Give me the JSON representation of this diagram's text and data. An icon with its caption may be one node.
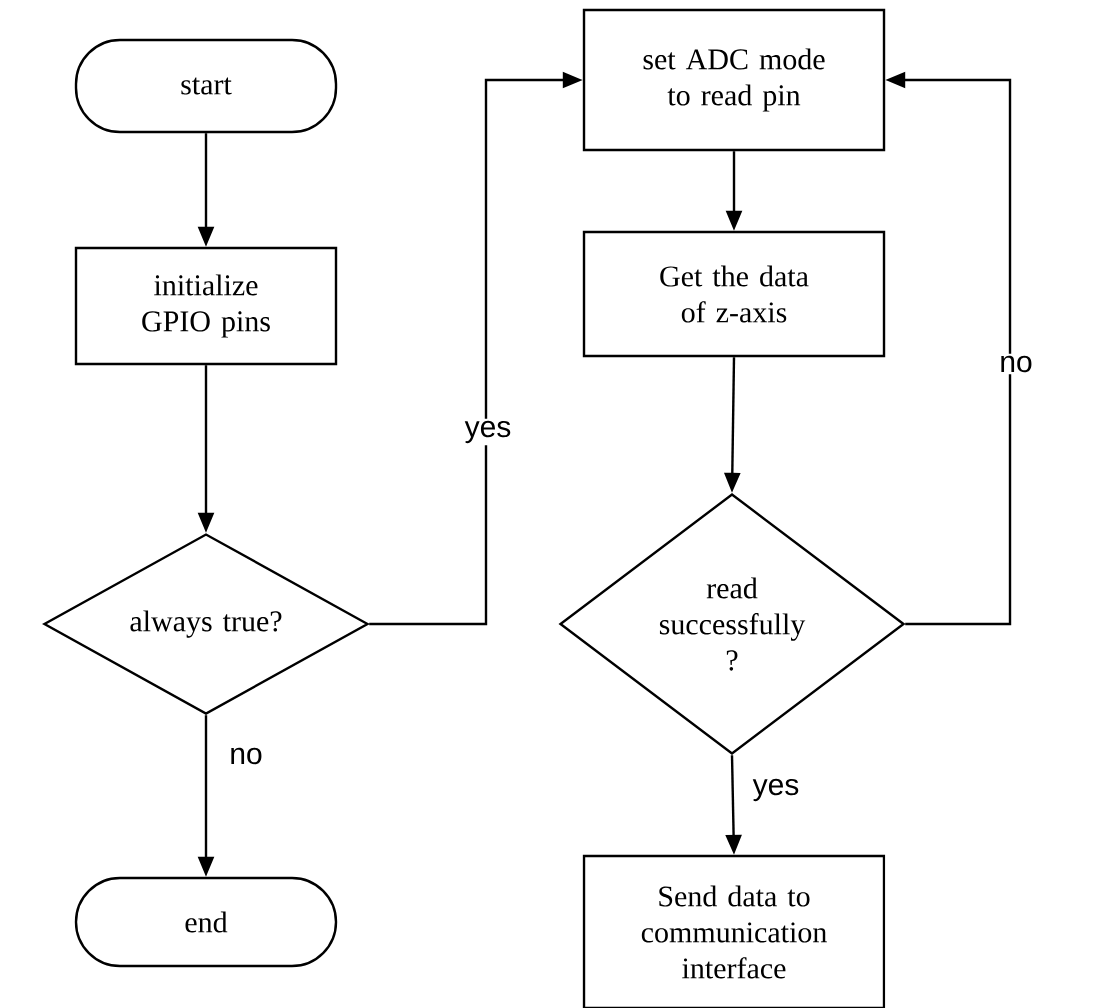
{
  "diagram": {
    "nodes": [
      {
        "text": [
          "start"
        ]
      },
      {
        "text": [
          "initialize GPIO pins"
        ]
      },
      {
        "text": [
          "always true?"
        ]
      },
      {
        "text": [
          "end"
        ]
      },
      {
        "text": [
          "set ADC mode to read pin"
        ]
      },
      {
        "text": [
          "Get the data of z-axis"
        ]
      },
      {
        "text": [
          "read successfully ?"
        ]
      },
      {
        "text": [
          "Send data to communication interface"
        ]
      }
    ],
    "edges": [
      {
        "from": 0,
        "to": 1,
        "arrow": "to"
      },
      {
        "from": 1,
        "to": 2,
        "arrow": "to"
      },
      {
        "from": 2,
        "to": 3,
        "arrow": "to",
        "label": "no"
      },
      {
        "from": 2,
        "to": 4,
        "arrow": "to",
        "label": "yes"
      },
      {
        "from": 4,
        "to": 5,
        "arrow": "to"
      },
      {
        "from": 5,
        "to": 6,
        "arrow": "to"
      },
      {
        "from": 6,
        "to": 7,
        "arrow": "to",
        "label": "yes"
      },
      {
        "from": 6,
        "to": 4,
        "arrow": "to",
        "label": "no"
      }
    ]
  }
}
